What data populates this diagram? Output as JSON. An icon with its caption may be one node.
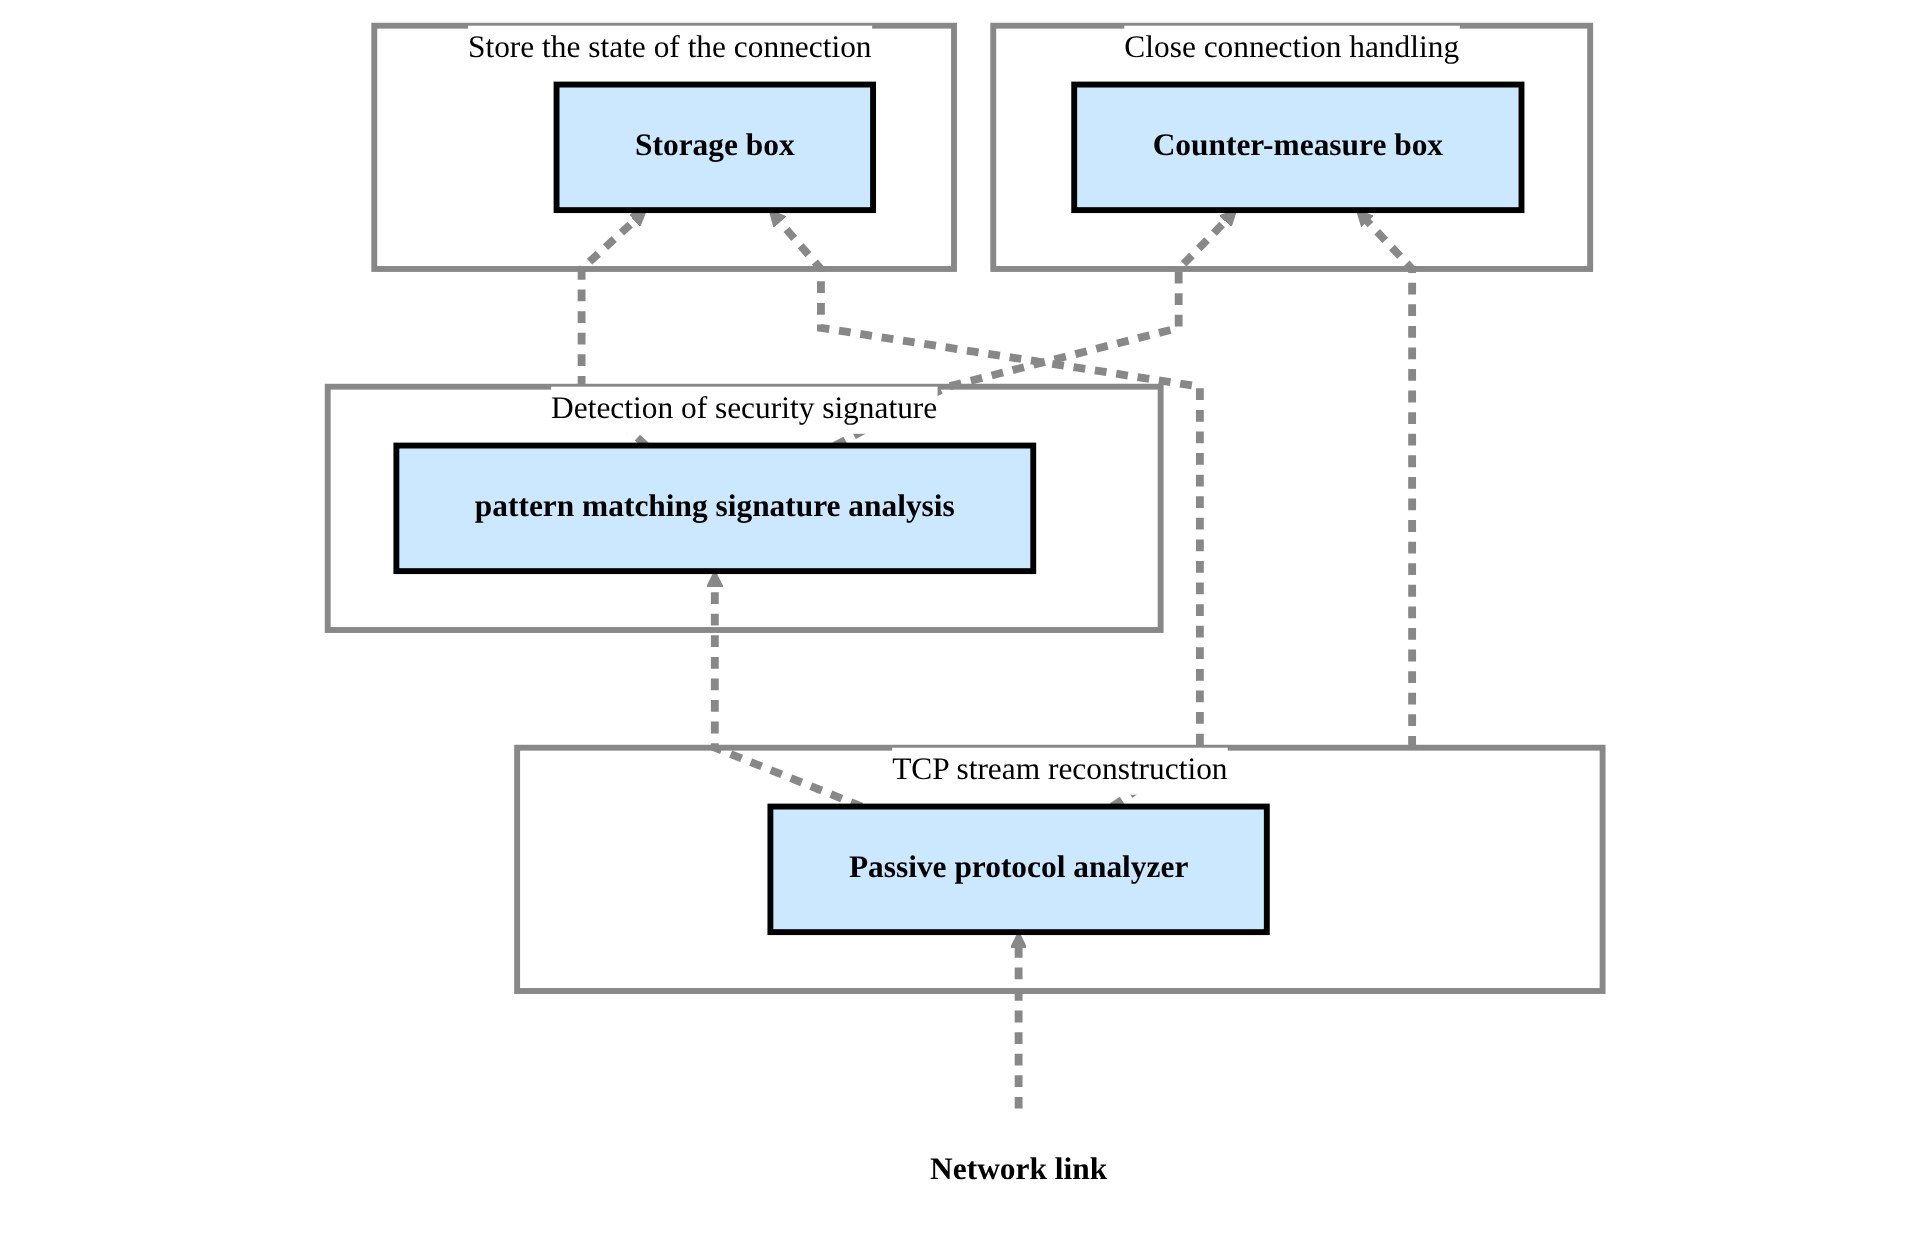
{
  "diagram": {
    "nodes": [
      {
        "text": [
          "Close connection handling"
        ]
      },
      {
        "text": [
          "Counter-measure box"
        ],
        "in": 0
      },
      {
        "text": [
          "Detection of security signature"
        ]
      },
      {
        "text": [
          "pattern matching signature analysis"
        ],
        "in": 2
      },
      {
        "text": [
          "Store the state of the connection"
        ]
      },
      {
        "text": [
          "Storage box"
        ],
        "in": 4
      },
      {
        "text": [
          "TCP stream reconstruction"
        ]
      },
      {
        "text": [
          "Passive protocol analyzer"
        ],
        "in": 6
      },
      {
        "text": [
          "Network link"
        ]
      }
    ],
    "edges": [
      {
        "from": 3,
        "to": 1,
        "arrow": "to",
        "style": "dashed"
      },
      {
        "from": 6,
        "to": 1,
        "arrow": "to",
        "style": "dashed"
      },
      {
        "from": 3,
        "to": 5,
        "arrow": "to",
        "style": "dashed"
      },
      {
        "from": 7,
        "to": 3,
        "arrow": "to",
        "style": "dashed"
      },
      {
        "from": 7,
        "to": 5,
        "arrow": "to",
        "style": "dashed"
      },
      {
        "from": 8,
        "to": 7,
        "arrow": "to",
        "style": "dashed"
      }
    ]
  }
}
